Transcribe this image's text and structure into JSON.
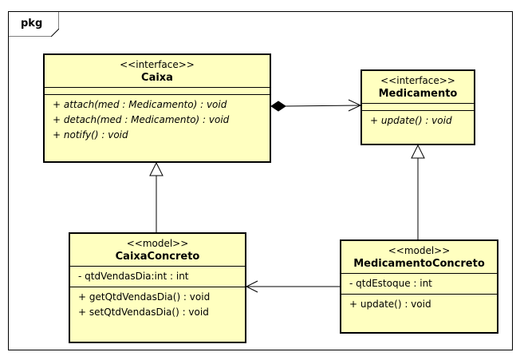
{
  "package": {
    "label": "pkg"
  },
  "classes": {
    "caixa": {
      "stereotype": "<<interface>>",
      "name": "Caixa",
      "operations": [
        "+ attach(med : Medicamento) : void",
        "+ detach(med : Medicamento) : void",
        "+ notify() : void"
      ]
    },
    "medicamento": {
      "stereotype": "<<interface>>",
      "name": "Medicamento",
      "operations": [
        "+ update() : void"
      ]
    },
    "caixa_concreto": {
      "stereotype": "<<model>>",
      "name": "CaixaConcreto",
      "attributes": [
        "- qtdVendasDia:int : int"
      ],
      "operations": [
        "+ getQtdVendasDia() : void",
        "+ setQtdVendasDia() : void"
      ]
    },
    "medicamento_concreto": {
      "stereotype": "<<model>>",
      "name": "MedicamentoConcreto",
      "attributes": [
        "- qtdEstoque : int"
      ],
      "operations": [
        "+ update() : void"
      ]
    }
  },
  "relations": [
    {
      "type": "composition-navigable",
      "from": "Caixa",
      "to": "Medicamento"
    },
    {
      "type": "realization",
      "from": "CaixaConcreto",
      "to": "Caixa"
    },
    {
      "type": "realization",
      "from": "MedicamentoConcreto",
      "to": "Medicamento"
    },
    {
      "type": "association-navigable",
      "from": "MedicamentoConcreto",
      "to": "CaixaConcreto"
    }
  ]
}
